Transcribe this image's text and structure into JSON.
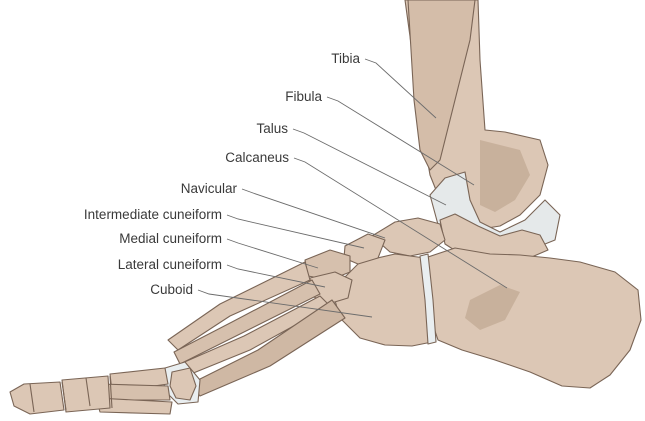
{
  "labels": {
    "tibia": "Tibia",
    "fibula": "Fibula",
    "talus": "Talus",
    "calcaneus": "Calcaneus",
    "navicular": "Navicular",
    "intermediate_cuneiform": "Intermediate cuneiform",
    "medial_cuneiform": "Medial cuneiform",
    "lateral_cuneiform": "Lateral cuneiform",
    "cuboid": "Cuboid"
  },
  "colors": {
    "bone_fill": "#dcc7b5",
    "bone_shadow": "#c8b19c",
    "bone_outline": "#7a6556",
    "cartilage": "#e9eef0",
    "leader_line": "#6c6c6c",
    "label_text": "#3a3a3a"
  }
}
